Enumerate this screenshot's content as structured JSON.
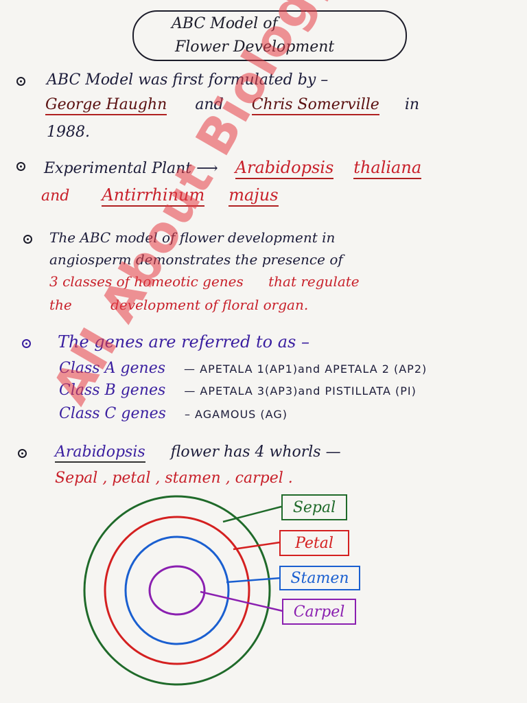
{
  "title": {
    "line1": "ABC    Model  of",
    "line2": "Flower      Development"
  },
  "point1": {
    "l1": "ABC  Model  was  first  formulated  by –",
    "name1": "George  Haughn",
    "and": "and",
    "name2": "Chris  Somerville",
    "in": "in",
    "year": "1988."
  },
  "point2": {
    "label": "Experimental  Plant  ⟶",
    "plant1a": "Arabidopsis",
    "plant1b": "thaliana",
    "and": "and",
    "plant2a": "Antirrhinum",
    "plant2b": "majus"
  },
  "point3": {
    "l1a": "The   ABC   model  of  flower  development   in",
    "l2": "angiosperm     demonstrates    the     presence    of",
    "l3a": "3    classes    of    homeotic  genes",
    "l3b": "that   regulate",
    "l4a": "the",
    "l4b": "development    of  floral  organ."
  },
  "point4": {
    "intro": "The  genes  are  referred  to  as –",
    "classA": "Class  A  genes",
    "classA_genes": "— APETALA 1(AP1)and  APETALA 2 (AP2)",
    "classB": "Class  B  genes",
    "classB_genes": "— APETALA 3(AP3)and  PISTILLATA (PI)",
    "classC": "Class  C  genes",
    "classC_genes": "–   AGAMOUS (AG)"
  },
  "point5": {
    "a": "Arabidopsis",
    "b": "flower  has  4  whorls —",
    "whorls": "Sepal , petal , stamen , carpel ."
  },
  "diagram": {
    "labels": {
      "sepal": "Sepal",
      "petal": "Petal",
      "stamen": "Stamen",
      "carpel": "Carpel"
    },
    "colors": {
      "sepal": "#1f6a2a",
      "petal": "#d42020",
      "stamen": "#1a5fd0",
      "carpel": "#8a1fb0"
    }
  },
  "watermark": "All About Biology"
}
